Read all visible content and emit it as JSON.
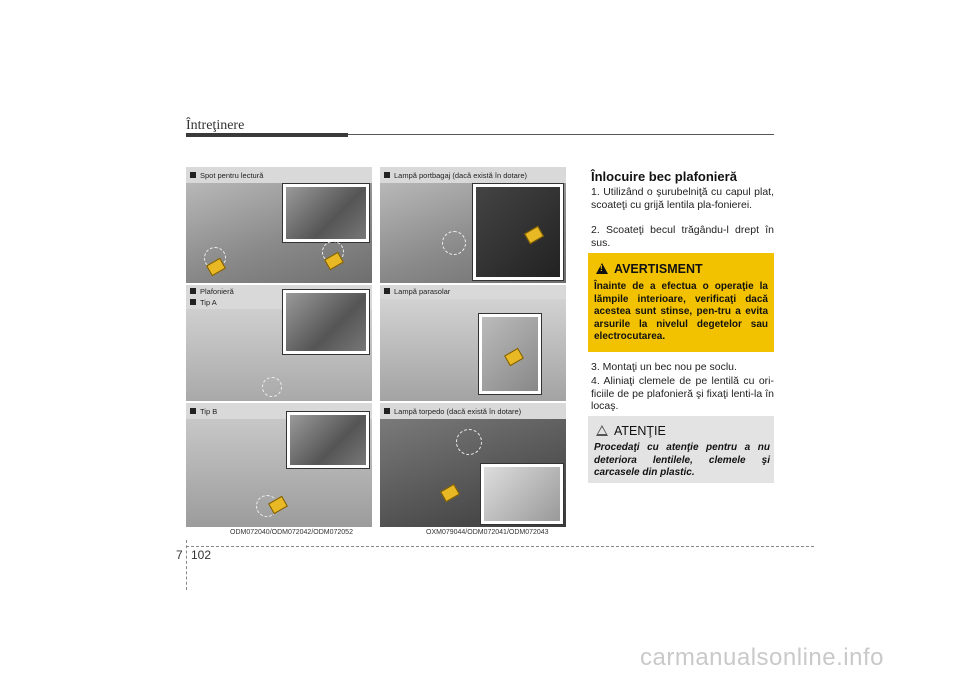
{
  "header": {
    "title": "Întreţinere"
  },
  "left_figure": {
    "panels": [
      {
        "label": "Spot pentru lectură"
      },
      {
        "label": "Plafonieră"
      },
      {
        "label": "Tip A"
      },
      {
        "label": "Tip B"
      }
    ],
    "caption": "ODM072040/ODM072042/ODM072052"
  },
  "middle_figure": {
    "panels": [
      {
        "label": "Lampă portbagaj (dacă există în dotare)"
      },
      {
        "label": "Lampă parasolar"
      },
      {
        "label": "Lampă torpedo (dacă există în dotare)"
      }
    ],
    "caption": "OXM079044/ODM072041/ODM072043"
  },
  "section": {
    "title": "Înlocuire bec plafonieră",
    "steps_a": [
      "1. Utilizând o şurubelniţă cu capul plat, scoateţi cu grijă lentila pla-fonierei.",
      "2. Scoateţi becul trăgându-l drept în sus."
    ],
    "warning": {
      "heading": "AVERTISMENT",
      "text": "Înainte de a efectua o operaţie la lămpile interioare, verificaţi dacă acestea sunt stinse, pen-tru a evita arsurile la nivelul degetelor sau electrocutarea."
    },
    "steps_b": [
      "3. Montaţi un bec nou pe soclu.",
      "4. Aliniaţi clemele de pe lentilă cu ori-ficiile de pe plafonieră şi fixaţi lenti-la în locaş."
    ],
    "caution": {
      "heading": "ATENŢIE",
      "text": "Procedaţi cu atenţie pentru a nu deteriora lentilele, clemele şi carcasele din plastic."
    }
  },
  "footer": {
    "chapter": "7",
    "page": "102"
  },
  "watermark": "carmanualsonline.info",
  "colors": {
    "warning_bg": "#f2c200",
    "caution_bg": "#e3e3e3",
    "header_bar": "#3a3a3a"
  }
}
